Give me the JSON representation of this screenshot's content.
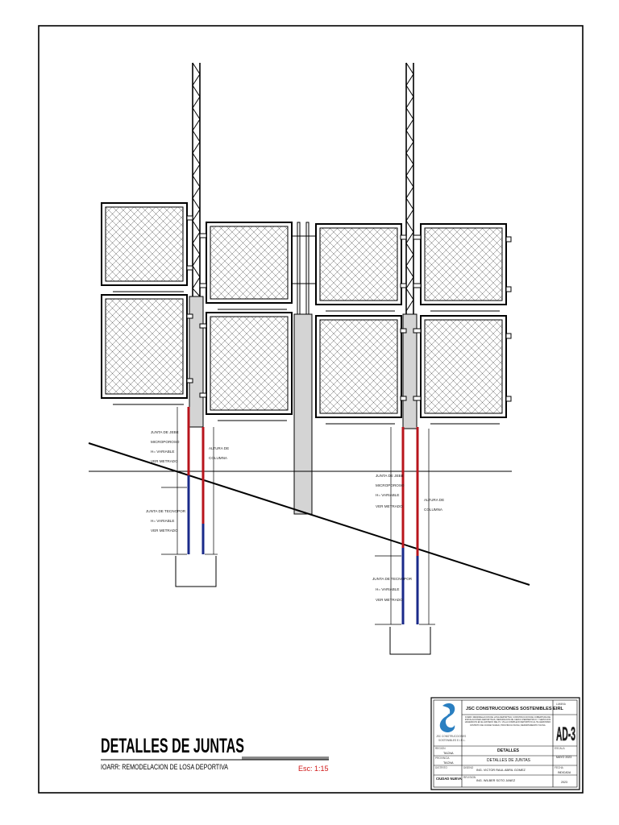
{
  "sheet": {
    "title": "DETALLES DE JUNTAS",
    "subtitle": "IOARR: REMODELACION DE LOSA DEPORTIVA",
    "scale": "Esc: 1:15"
  },
  "annotations": {
    "left_group": {
      "junta_jebe": [
        "JUNTA DE JEBE",
        "MICROPOROSO",
        "H= VARIABLE",
        "VER METRADO"
      ],
      "junta_tecnopor": [
        "JUNTA DE TECNOPOR",
        "H= VARIABLE",
        "VER METRADO"
      ],
      "altura_columna": [
        "ALTURA DE",
        "COLUMNA"
      ]
    },
    "right_group": {
      "junta_jebe": [
        "JUNTA DE JEBE",
        "MICROPOROSO",
        "H= VARIABLE",
        "VER METRADO"
      ],
      "junta_tecnopor": [
        "JUNTA DE TECNOPOR",
        "H= VARIABLE",
        "VER METRADO"
      ],
      "altura_columna": [
        "ALTURA DE",
        "COLUMNA"
      ]
    }
  },
  "title_block": {
    "company": "JSC CONSTRUCCIONES SOSTENIBLES EIRL",
    "logo_text": [
      "JSC CONSTRUCCIONES",
      "SOSTENIBLES E.I.R.L."
    ],
    "project_desc": "IOARR: REMODELACION DE LOSA DEPORTIVA; CONSTRUCCION DE COBERTURA DE INSTALACIONES DEPORTIVAS; REPARACION DE CERCO PERIMETRICO Y SERVICIOS HIGIENICOS EN EL ESTADIO DEL PJ. VILLA COMPLEJO DEPORTIVO AL TE HEROISMO DISTRITO DE CIUDAD NUEVA; PROVINCIA TACNA; DEPARTAMENTO TACNA",
    "sheet_code": "AD-3",
    "section": "DETALLES",
    "drawing": "DETALLES DE JUNTAS",
    "region": "TACNA",
    "province": "TACNA",
    "district": "CIUDAD NUEVA",
    "designer": "ING. VICTOR RAUL ABRIL GOMEZ",
    "reviewer": "ING. WILBER SOTO JANEZ",
    "scale_value": "INDICADA",
    "date_value": "MAYO 2023",
    "year_value": "2023",
    "small_labels": [
      "LAMINA",
      "ESCALA",
      "FECHA",
      "REGION",
      "PROVINCIA",
      "DISTRITO",
      "DISENO",
      "REVISION"
    ]
  },
  "colors": {
    "rubber_joint": "#b8141c",
    "foam_joint": "#1a2a8a",
    "column_fill": "#d4d4d4",
    "logo_blue": "#2a7fc1"
  }
}
